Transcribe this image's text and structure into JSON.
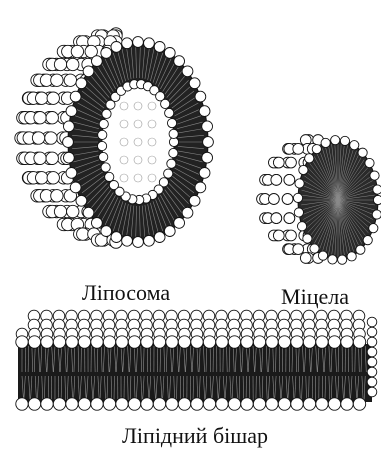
{
  "labels": {
    "liposome": "Ліпосома",
    "micelle": "Міцела",
    "bilayer": "Ліпідний бішар"
  },
  "style": {
    "ink": "#111111",
    "head_fill": "#ffffff",
    "tail_color": "#1a1a1a"
  }
}
